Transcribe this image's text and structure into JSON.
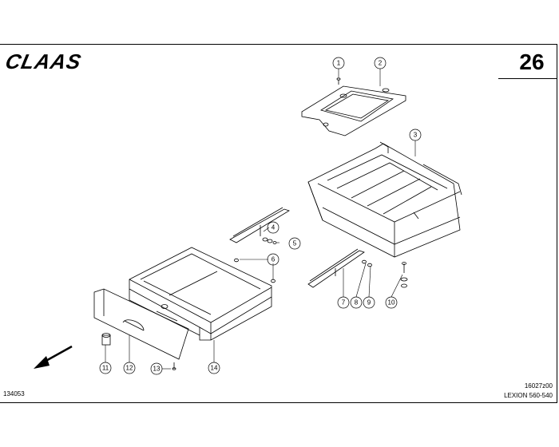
{
  "header": {
    "brand": "CLAAS",
    "page_number": "26"
  },
  "callouts": [
    "1",
    "2",
    "3",
    "4",
    "5",
    "6",
    "7",
    "8",
    "9",
    "10",
    "11",
    "12",
    "13",
    "14"
  ],
  "footer": {
    "drawing_number": "134053",
    "figure_code": "16027z00",
    "model": "LEXION 560-540"
  },
  "colors": {
    "line": "#000000",
    "background": "#ffffff"
  },
  "icons": {
    "direction": "direction-arrow-icon",
    "logo": "claas-logo"
  }
}
